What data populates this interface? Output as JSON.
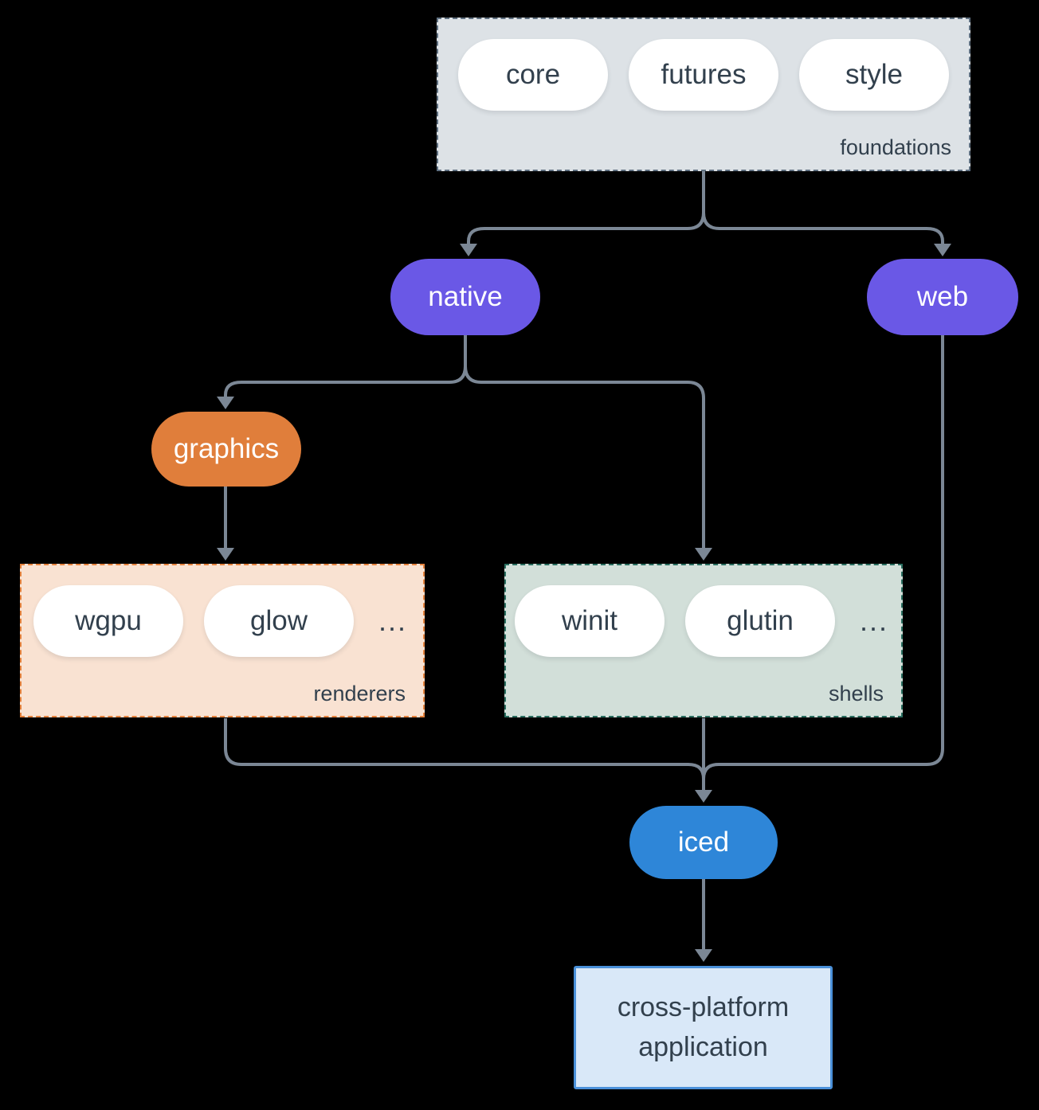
{
  "foundations": {
    "label": "foundations",
    "pills": [
      "core",
      "futures",
      "style"
    ]
  },
  "platforms": {
    "native": "native",
    "web": "web"
  },
  "graphics": {
    "label": "graphics"
  },
  "renderers": {
    "label": "renderers",
    "pills": [
      "wgpu",
      "glow"
    ],
    "more": "..."
  },
  "shells": {
    "label": "shells",
    "pills": [
      "winit",
      "glutin"
    ],
    "more": "..."
  },
  "iced": {
    "label": "iced"
  },
  "application": {
    "label": "cross-platform application"
  },
  "colors": {
    "background": "#000000",
    "line": "#7b8795",
    "pill_white": "#ffffff",
    "pill_text": "#32404d",
    "purple": "#6a58e6",
    "orange": "#e07e3b",
    "blue": "#2e86d8",
    "foundations_fill": "#dde2e6",
    "foundations_border": "#5f7081",
    "renderers_fill": "#f9e2d2",
    "renderers_border": "#e5823d",
    "shells_fill": "#d2dfd9",
    "shells_border": "#2a6e60",
    "app_fill": "#d9e8f8",
    "app_border": "#4a90d9"
  }
}
